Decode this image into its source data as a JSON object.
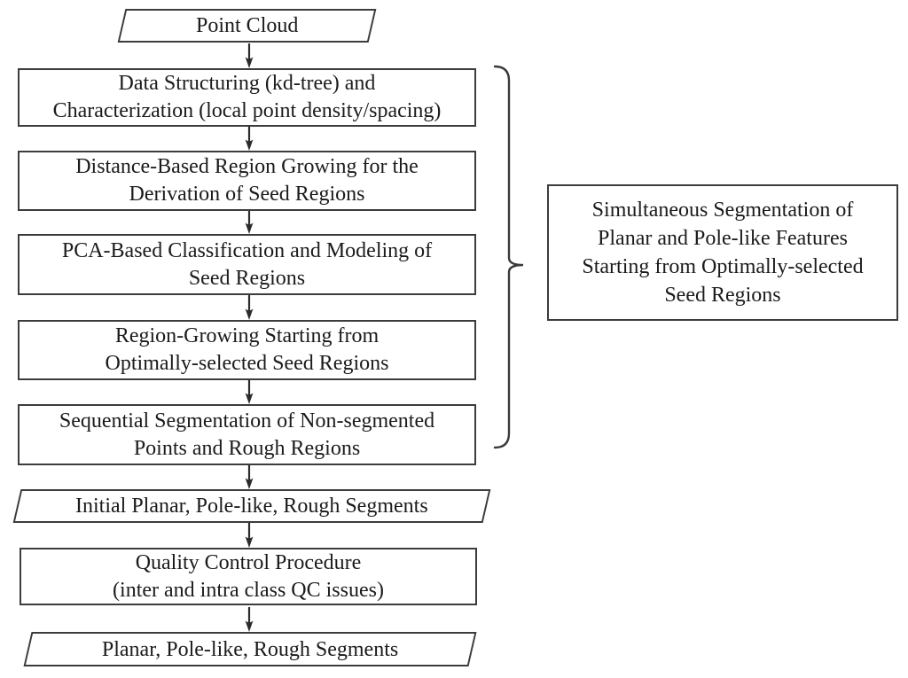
{
  "colors": {
    "border": "#3c3c3c",
    "text": "#1b1b1b",
    "line": "#2b2b2b",
    "background": "#ffffff"
  },
  "flow": {
    "start": {
      "label": "Point Cloud"
    },
    "steps": [
      {
        "line1": "Data Structuring (kd-tree) and",
        "line2": "Characterization (local point density/spacing)"
      },
      {
        "line1": "Distance-Based Region Growing for the",
        "line2": "Derivation of Seed Regions"
      },
      {
        "line1": "PCA-Based Classification and Modeling of",
        "line2": "Seed Regions"
      },
      {
        "line1": "Region-Growing Starting from",
        "line2": "Optimally-selected Seed Regions"
      },
      {
        "line1": "Sequential Segmentation of Non-segmented",
        "line2": "Points and Rough Regions"
      }
    ],
    "intermediate_output": {
      "label": "Initial Planar, Pole-like, Rough Segments"
    },
    "quality_control": {
      "line1": "Quality Control Procedure",
      "line2": "(inter and intra class QC issues)"
    },
    "final_output": {
      "label": "Planar, Pole-like, Rough Segments"
    }
  },
  "annotation": {
    "line1": "Simultaneous Segmentation of",
    "line2": "Planar and Pole-like Features",
    "line3": "Starting from Optimally-selected",
    "line4": "Seed Regions"
  }
}
